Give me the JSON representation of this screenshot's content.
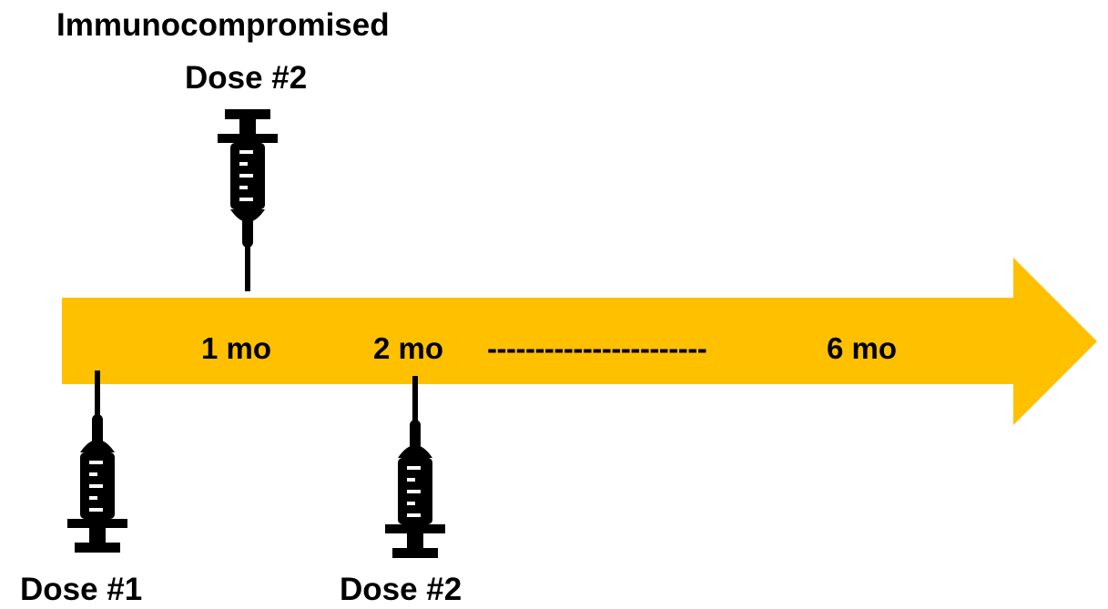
{
  "diagram": {
    "top_label_line1": "Immunocompromised",
    "top_label_line2": "Dose #2",
    "timeline": {
      "tick_1": "1 mo",
      "tick_2": "2 mo",
      "dashes": "-----------------------",
      "tick_3": "6 mo"
    },
    "bottom_left_label": "Dose #1",
    "bottom_mid_label": "Dose #2"
  },
  "colors": {
    "arrow": "#FFC000",
    "text": "#000000",
    "syringe": "#000000"
  },
  "icons": [
    "syringe-icon"
  ]
}
